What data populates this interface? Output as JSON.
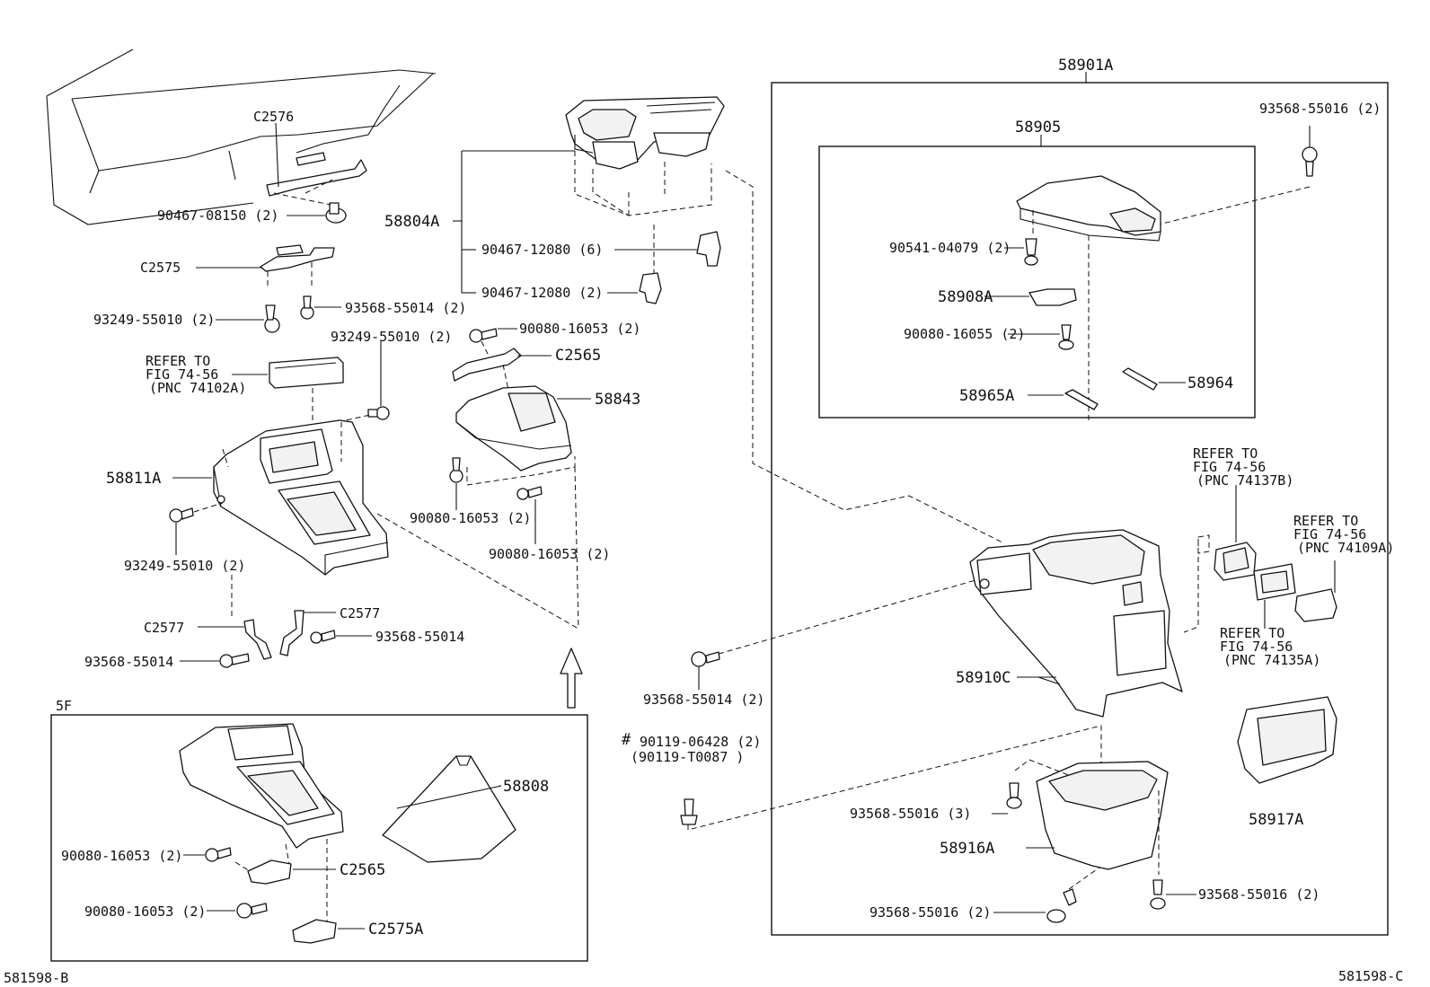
{
  "labels": {
    "c2576": "C2576",
    "n90467_08150": "90467-08150 (2)",
    "c2575": "C2575",
    "n93249_55010_a": "93249-55010 (2)",
    "n93568_55014_a": "93568-55014 (2)",
    "n93249_55010_b": "93249-55010 (2)",
    "refer_a_1": "REFER TO",
    "refer_a_2": "FIG 74-56",
    "refer_a_3": "(PNC 74102A)",
    "p58811a": "58811A",
    "n93249_55010_c": "93249-55010 (2)",
    "c2577_a": "C2577",
    "c2577_b": "C2577",
    "n93568_55014_b": "93568-55014",
    "n93568_55014_c": "93568-55014",
    "p58804a": "58804A",
    "n90467_12080_6": "90467-12080 (6)",
    "n90467_12080_2": "90467-12080 (2)",
    "n90080_16053_a": "90080-16053 (2)",
    "c2565_a": "C2565",
    "p58843": "58843",
    "n90080_16053_b": "90080-16053 (2)",
    "n90080_16053_c": "90080-16053 (2)",
    "p5f": "5F",
    "p58808": "58808",
    "n90080_16053_d": "90080-16053 (2)",
    "c2565_b": "C2565",
    "n90080_16053_e": "90080-16053 (2)",
    "c2575a": "C2575A",
    "code_left": "581598-B",
    "p58901a": "58901A",
    "p58905": "58905",
    "n93568_55016_top": "93568-55016 (2)",
    "n90541_04079": "90541-04079 (2)",
    "p58908a": "58908A",
    "n90080_16055": "90080-16055 (2)",
    "p58965a": "58965A",
    "p58964": "58964",
    "refer_b_1": "REFER TO",
    "refer_b_2": "FIG 74-56",
    "refer_b_3": "(PNC 74137B)",
    "refer_c_1": "REFER TO",
    "refer_c_2": "FIG 74-56",
    "refer_c_3": "(PNC 74109A)",
    "refer_d_1": "REFER TO",
    "refer_d_2": "FIG 74-56",
    "refer_d_3": "(PNC 74135A)",
    "p58910c": "58910C",
    "n93568_55014_d": "93568-55014 (2)",
    "hash_mark": "#",
    "n90119_06428": "90119-06428 (2)",
    "n90119_t0087": "(90119-T0087 )",
    "n93568_55016_3": "93568-55016 (3)",
    "p58916a": "58916A",
    "p58917a": "58917A",
    "n93568_55016_left": "93568-55016 (2)",
    "n93568_55016_right": "93568-55016 (2)",
    "code_right": "581598-C"
  },
  "colors": {
    "line": "#111111",
    "background": "#ffffff",
    "part_fill": "#f2f2f2"
  }
}
